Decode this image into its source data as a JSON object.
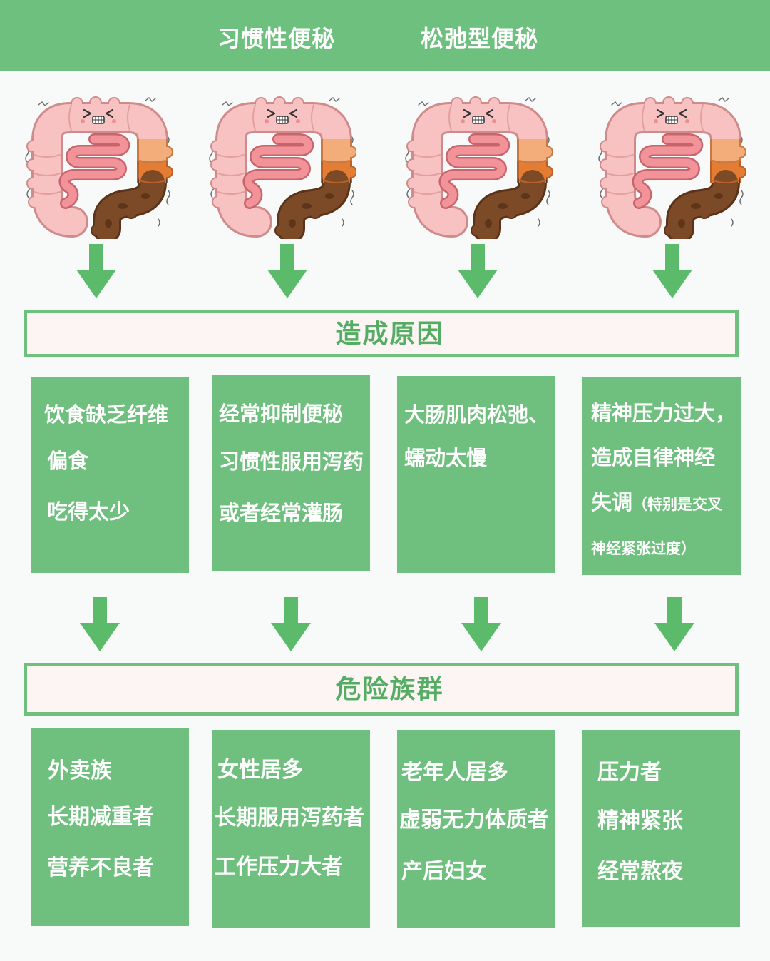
{
  "header": {
    "labels": [
      "习惯性便秘",
      "松弛型便秘"
    ]
  },
  "icons": {
    "illustrations": [
      "constipated-colon",
      "constipated-colon",
      "constipated-colon",
      "constipated-colon"
    ],
    "flow_arrow": "arrow-down"
  },
  "sections": {
    "causes": {
      "title": "造成原因",
      "cards": [
        {
          "lines": [
            "饮食缺乏纤维",
            "偏食",
            "吃得太少"
          ]
        },
        {
          "lines": [
            "经常抑制便秘",
            "习惯性服用泻药",
            "或者经常灌肠"
          ]
        },
        {
          "lines": [
            "大肠肌肉松弛、",
            "蠕动太慢"
          ]
        },
        {
          "lines": [
            "精神压力过大，",
            "造成自律神经",
            "失调"
          ],
          "note_lines": [
            "（特别是交叉",
            "神经紧张过度）"
          ]
        }
      ]
    },
    "risk_groups": {
      "title": "危险族群",
      "cards": [
        {
          "lines": [
            "外卖族",
            "长期减重者",
            "营养不良者"
          ]
        },
        {
          "lines": [
            "女性居多",
            "长期服用泻药者",
            "工作压力大者"
          ]
        },
        {
          "lines": [
            "老年人居多",
            "虚弱无力体质者",
            "产后妇女"
          ]
        },
        {
          "lines": [
            "压力者",
            "精神紧张",
            "经常熬夜"
          ]
        }
      ]
    }
  },
  "colors": {
    "header": "#6dc07e",
    "card": "#6fc07e",
    "arrow": "#5bbb6a",
    "banner-border": "#6dc07e",
    "banner-fill": "#fdf5f4",
    "banner-title": "#55ad64",
    "text-on-green": "#ffffff",
    "page-bg": "#f8faf9"
  }
}
